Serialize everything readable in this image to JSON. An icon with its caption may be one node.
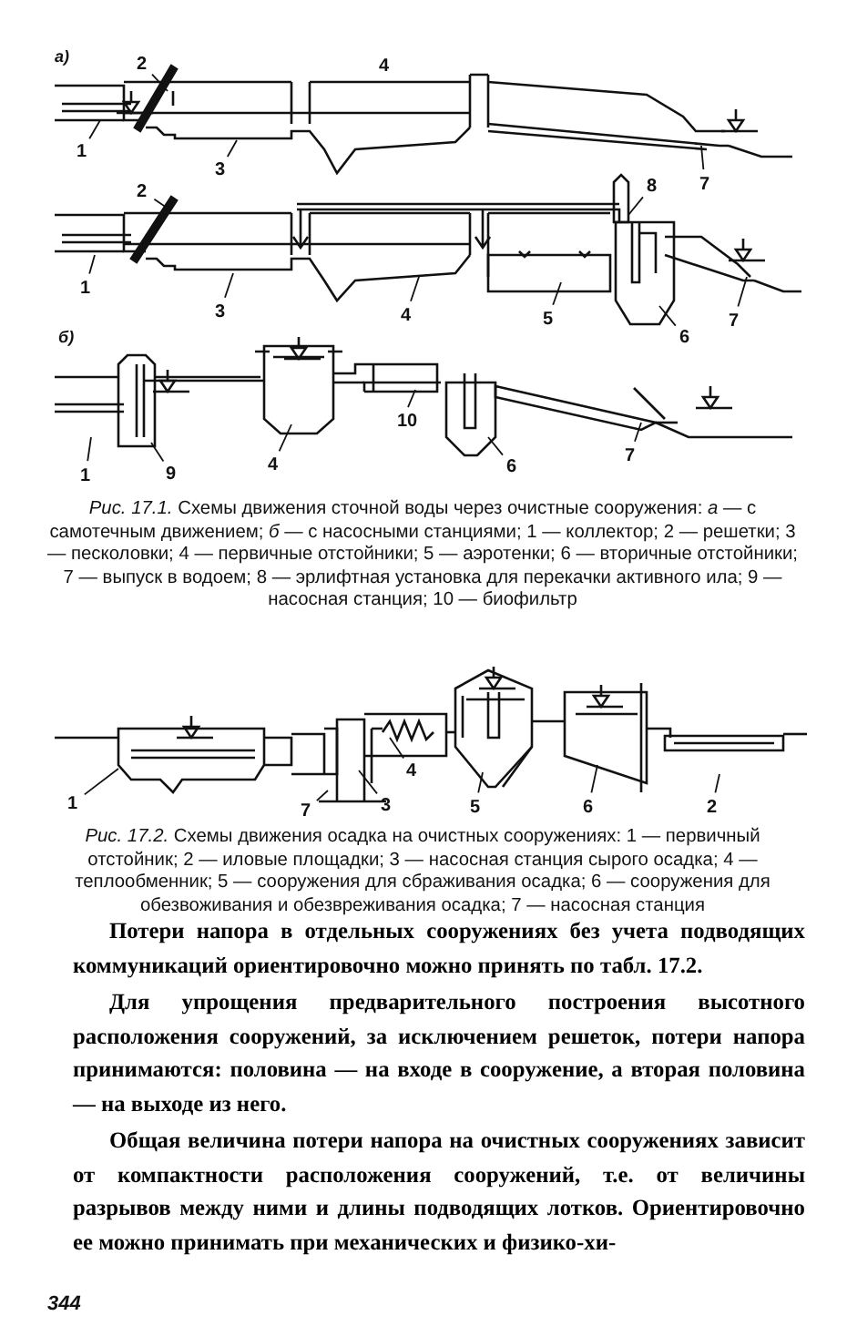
{
  "diagram": {
    "nodes": [
      {
        "text": [
          "2"
        ]
      },
      {
        "text": [
          "1"
        ]
      },
      {
        "text": [
          "3"
        ]
      },
      {
        "text": [
          "7"
        ]
      },
      {
        "text": [
          "2"
        ]
      },
      {
        "text": [
          "8"
        ]
      },
      {
        "text": [
          "1"
        ]
      },
      {
        "text": [
          "3"
        ]
      },
      {
        "text": [
          "4"
        ]
      },
      {
        "text": [
          "5"
        ]
      },
      {
        "text": [
          "6"
        ]
      },
      {
        "text": [
          "7"
        ]
      },
      {
        "text": [
          "1"
        ]
      },
      {
        "text": [
          "9"
        ]
      },
      {
        "text": [
          "4"
        ]
      },
      {
        "text": [
          "10"
        ]
      },
      {
        "text": [
          "6"
        ]
      },
      {
        "text": [
          "7"
        ]
      },
      {
        "text": [
          "1"
        ]
      },
      {
        "text": [
          "7"
        ]
      },
      {
        "text": [
          "3"
        ]
      },
      {
        "text": [
          "4"
        ]
      },
      {
        "text": [
          "5"
        ]
      },
      {
        "text": [
          "6"
        ]
      },
      {
        "text": [
          "2"
        ]
      }
    ],
    "edges": [
      {
        "from": 0,
        "to": null,
        "arrow": "none"
      },
      {
        "from": 1,
        "to": null,
        "arrow": "none"
      },
      {
        "from": 2,
        "to": null,
        "arrow": "none"
      },
      {
        "from": 3,
        "to": null,
        "arrow": "none"
      },
      {
        "from": 4,
        "to": null,
        "arrow": "none"
      },
      {
        "from": 5,
        "to": null,
        "arrow": "none"
      },
      {
        "from": 6,
        "to": null,
        "arrow": "none"
      },
      {
        "from": 7,
        "to": null,
        "arrow": "none"
      },
      {
        "from": 8,
        "to": null,
        "arrow": "none"
      },
      {
        "from": 9,
        "to": null,
        "arrow": "none"
      },
      {
        "from": 10,
        "to": null,
        "arrow": "none"
      },
      {
        "from": 11,
        "to": null,
        "arrow": "none"
      },
      {
        "from": 12,
        "to": null,
        "arrow": "none"
      },
      {
        "from": 13,
        "to": null,
        "arrow": "none"
      },
      {
        "from": 14,
        "to": null,
        "arrow": "none"
      },
      {
        "from": 15,
        "to": null,
        "arrow": "none"
      },
      {
        "from": 16,
        "to": null,
        "arrow": "none"
      },
      {
        "from": 17,
        "to": null,
        "arrow": "none"
      },
      {
        "from": 18,
        "to": null,
        "arrow": "none"
      },
      {
        "from": 19,
        "to": null,
        "arrow": "none"
      },
      {
        "from": 20,
        "to": null,
        "arrow": "none"
      },
      {
        "from": 21,
        "to": null,
        "arrow": "none"
      },
      {
        "from": 22,
        "to": null,
        "arrow": "none"
      },
      {
        "from": 23,
        "to": null,
        "arrow": "none"
      },
      {
        "from": 24,
        "to": null,
        "arrow": "none"
      }
    ],
    "labels": [
      "а)",
      "4",
      "б)",
      "*Рис. 17.1.* Схемы движения сточной воды через очистные сооружения: *а* — с самотечным движением; *б* — с насосными станциями; 1 — коллектор; 2 — решетки; 3 — песколовки; 4 — первичные отстойники; 5 — аэротенки; 6 — вторичные отстойники; 7 — выпуск в водоем; 8 — эрлифтная установка для перекачки активного ила; 9 — насосная станция; 10 — биофильтр",
      "*Рис. 17.2.* Схемы движения осадка на очистных сооружениях: 1 — первичный отстойник; 2 — иловые площадки; 3 — насосная станция сырого осадка; 4 — теплообменник; 5 — сооружения для сбраживания осадка; 6 — сооружения для обезвоживания и обезвреживания осадка; 7 — насосная станция",
      "Потери напора в отдельных сооружениях без учета подводящих коммуникаций ориентировочно можно принять по табл. 17.2.",
      "Для упрощения предварительного построения высотного расположения сооружений, за исключением решеток, потери напора принимаются: половина — на входе в сооружение, а вторая половина — на выходе из него.",
      "Общая величина потери напора на очистных сооружениях зависит от компактности расположения сооружений, т.е. от величины разрывов между ними и длины подводящих лотков. Ориентировочно ее можно принимать при механических и физико-хи-",
      "344"
    ]
  }
}
